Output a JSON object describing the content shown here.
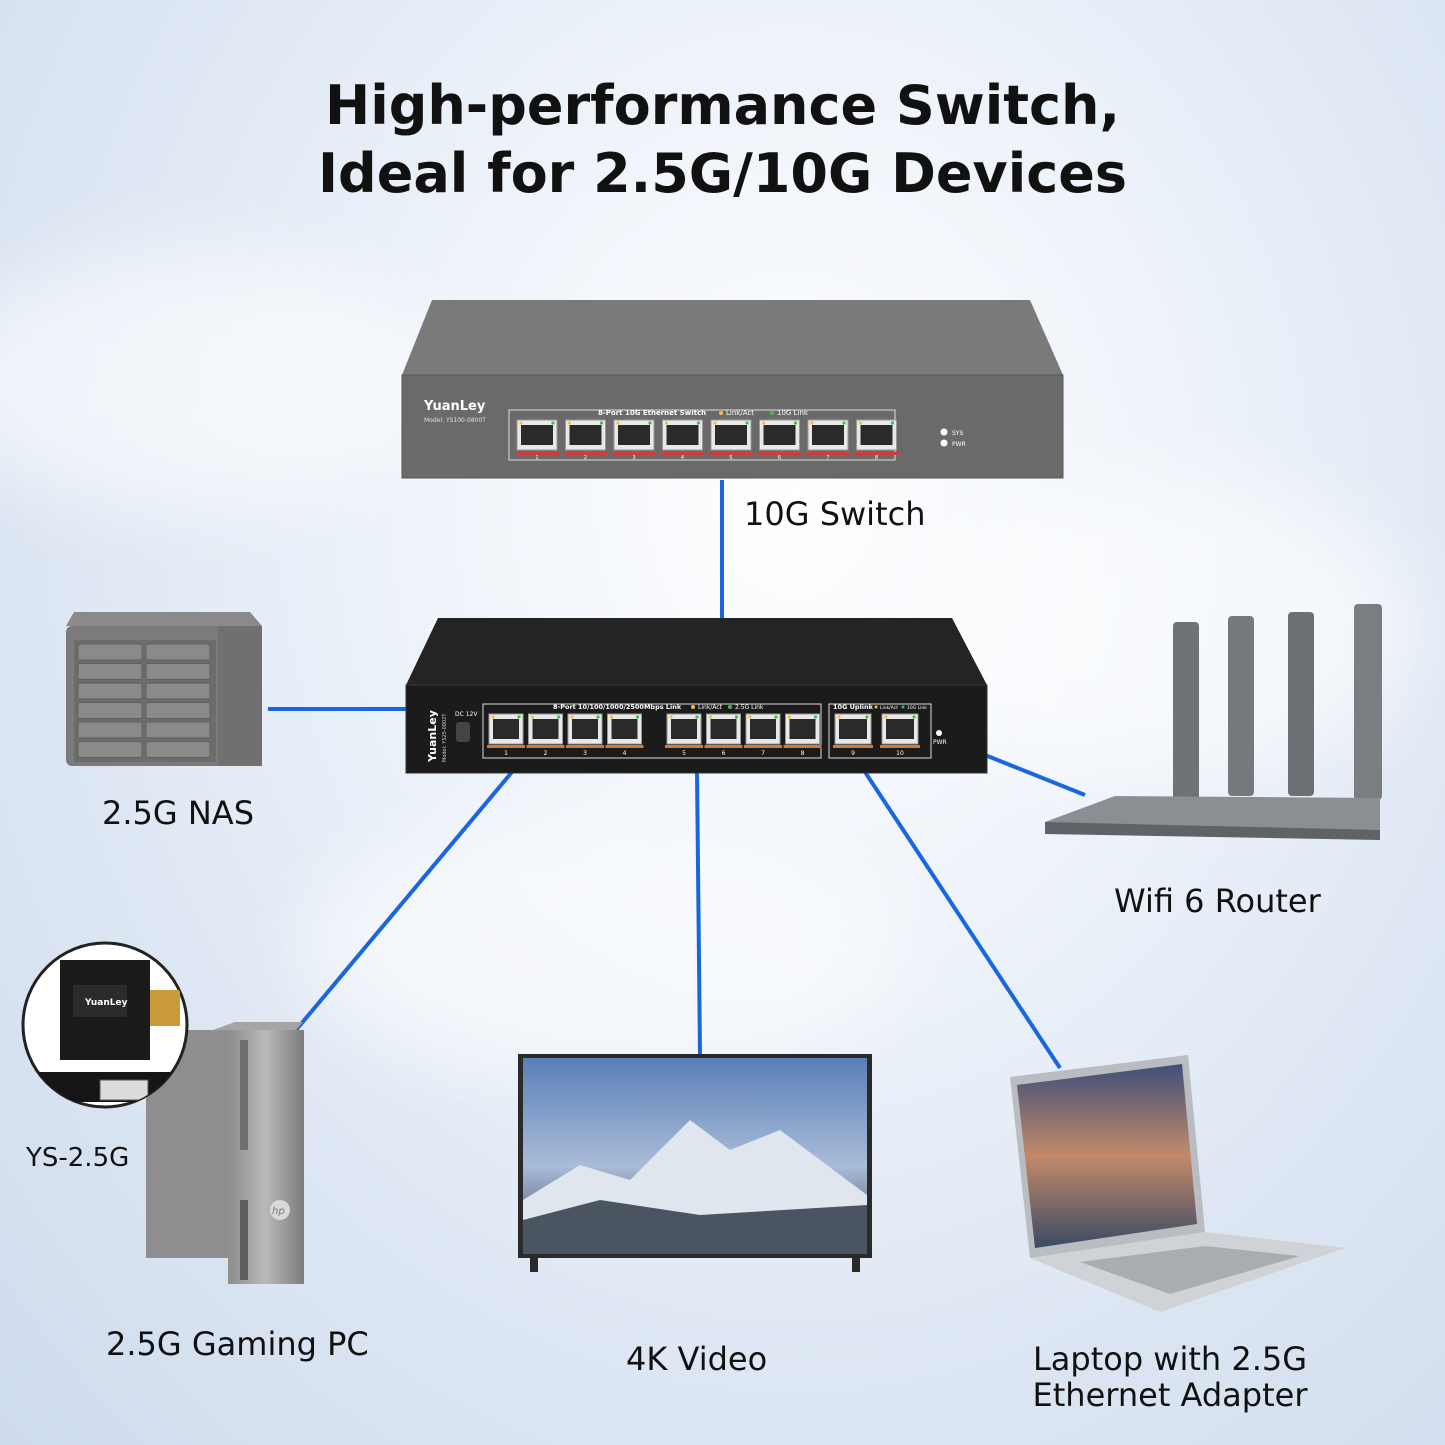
{
  "title": {
    "line1": "High-performance Switch,",
    "line2": "Ideal for 2.5G/10G Devices"
  },
  "switch_10g": {
    "brand": "YuanLey",
    "model": "Model: YS100-0800T",
    "ports_label": "8-Port 10G Ethernet Switch",
    "link_act": "Link/Act",
    "link_10g": "10G Link",
    "port_numbers": [
      "1",
      "2",
      "3",
      "4",
      "5",
      "6",
      "7",
      "8"
    ],
    "sys": "SYS",
    "pwr": "PWR",
    "caption": "10G Switch"
  },
  "switch_25g": {
    "brand": "YuanLey",
    "model": "Model: YS25-0802T",
    "dc": "DC 12V",
    "ports_label": "8-Port 10/100/1000/2500Mbps Link",
    "link_act": "Link/Act",
    "link_25g": "2.5G Link",
    "uplink_label": "10G Uplink",
    "uplink_link_act": "Link/Act",
    "uplink_10g": "10G Link",
    "port_numbers": [
      "1",
      "2",
      "3",
      "4",
      "5",
      "6",
      "7",
      "8"
    ],
    "uplink_numbers": [
      "9",
      "10"
    ],
    "pwr": "PWR"
  },
  "devices": {
    "nas": "2.5G NAS",
    "router": "Wifi 6 Router",
    "pc": "2.5G Gaming PC",
    "card": "YS-2.5G",
    "card_brand": "YuanLey",
    "tv": "4K Video",
    "laptop_line1": "Laptop with 2.5G",
    "laptop_line2": "Ethernet Adapter",
    "pc_brand": "hp"
  },
  "colors": {
    "link_line": "#1a66e0",
    "switch_gray": "#6e6e6e",
    "switch_black": "#1b1b1b"
  }
}
